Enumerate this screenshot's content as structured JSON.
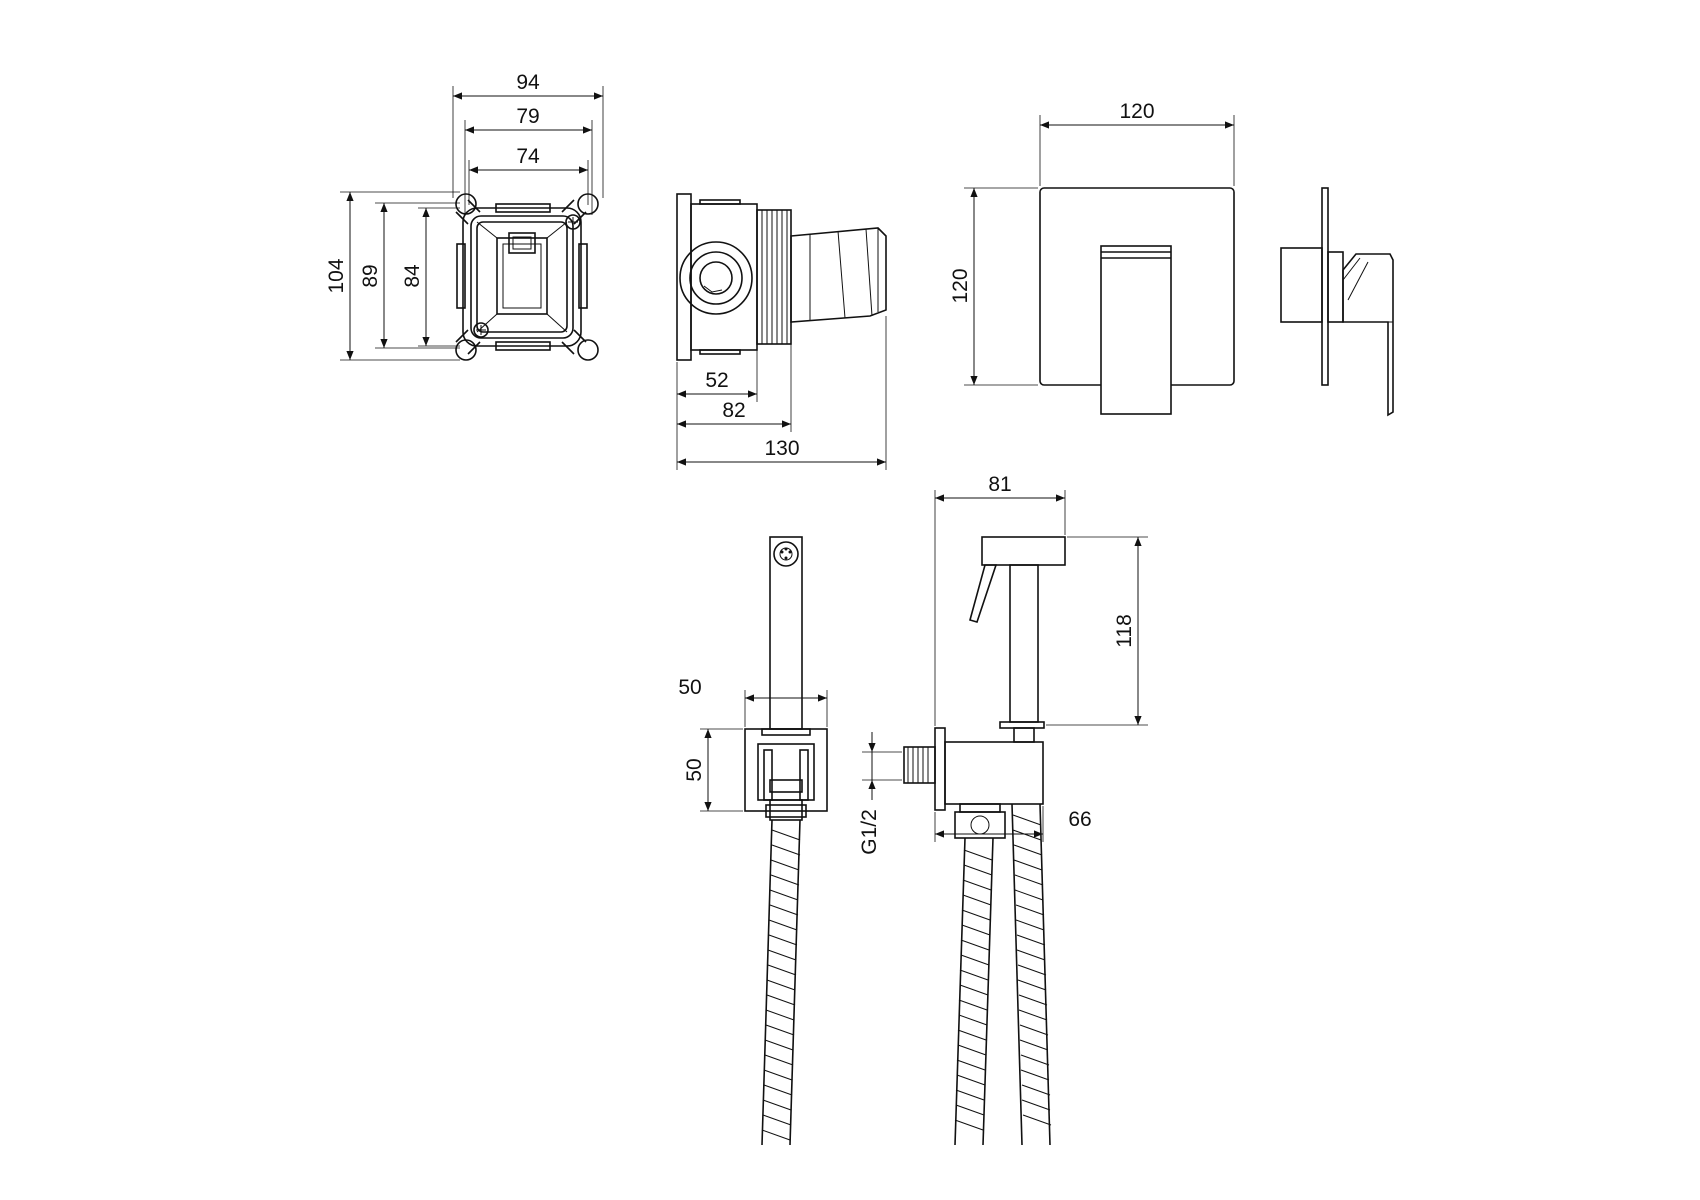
{
  "dimensions": {
    "box_width_outer": "94",
    "box_width_mid": "79",
    "box_width_inner": "74",
    "box_height_outer": "104",
    "box_height_mid": "89",
    "box_height_inner": "84",
    "side_depth_1": "52",
    "side_depth_2": "82",
    "side_depth_total": "130",
    "plate_width": "120",
    "plate_height": "120",
    "spray_reach": "81",
    "spray_height": "118",
    "holder_width": "50",
    "holder_height": "50",
    "thread_size": "G1/2",
    "outlet_depth": "66"
  },
  "colors": {
    "line": "#111111",
    "background": "#ffffff"
  }
}
